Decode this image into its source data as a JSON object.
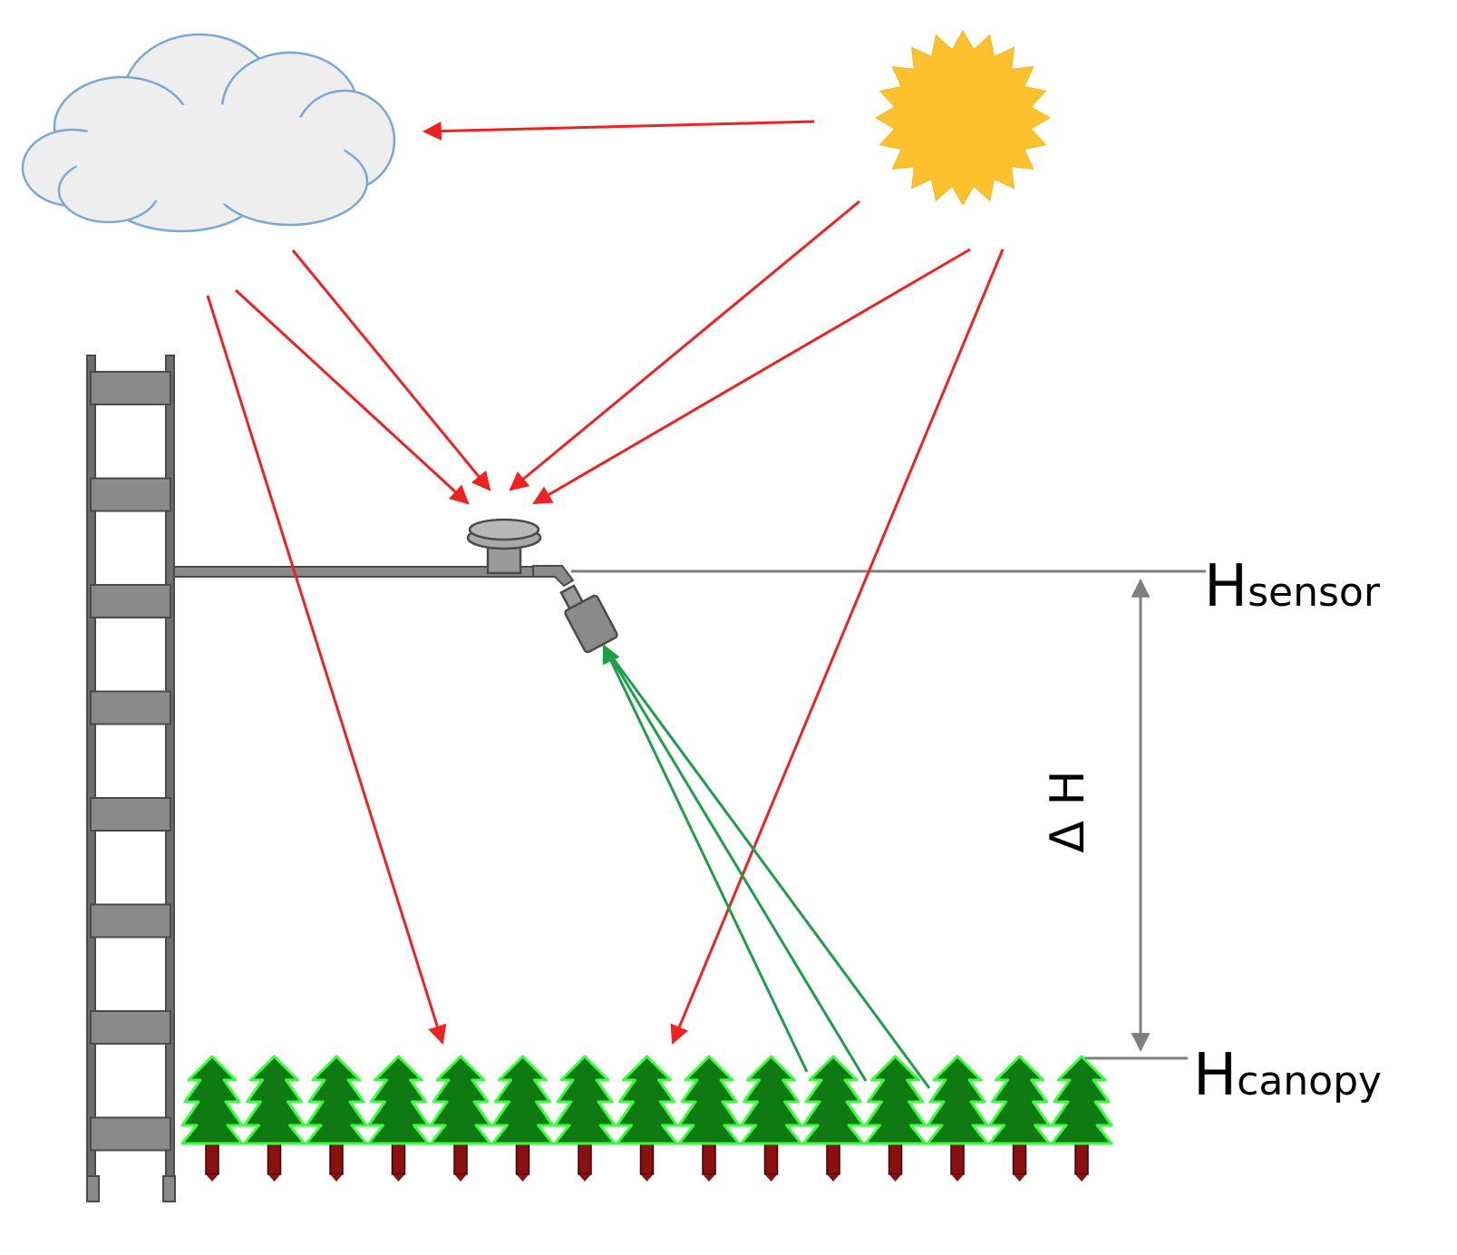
{
  "labels": {
    "h_sensor_main": "H",
    "h_sensor_sub": "sensor",
    "h_canopy_main": "H",
    "h_canopy_sub": "canopy",
    "delta_h": "Δ H"
  },
  "counts": {
    "trees": 15,
    "ladder_rungs": 8,
    "solar_rays_from_sun": 4,
    "diffuse_rays_from_cloud": 3,
    "reflected_rays_from_canopy": 3
  },
  "colors": {
    "incoming_radiation": "#ee2222",
    "reflected_radiation": "#1f9e4a",
    "sun": "#fcc12c",
    "cloud_fill": "#eeeeee",
    "cloud_outline": "#7aa8d6",
    "structure": "#6f6f6f",
    "tree_canopy": "#0f7a12",
    "tree_outline": "#39ff3a",
    "tree_trunk": "#8b1010",
    "reference_line": "#7f7f7f"
  },
  "icons": {
    "sun": "sun-icon",
    "cloud": "cloud-icon",
    "tower": "ladder-tower",
    "upward_sensor": "pyranometer-icon",
    "downward_sensor": "radiometer-icon",
    "tree": "tree-icon"
  }
}
